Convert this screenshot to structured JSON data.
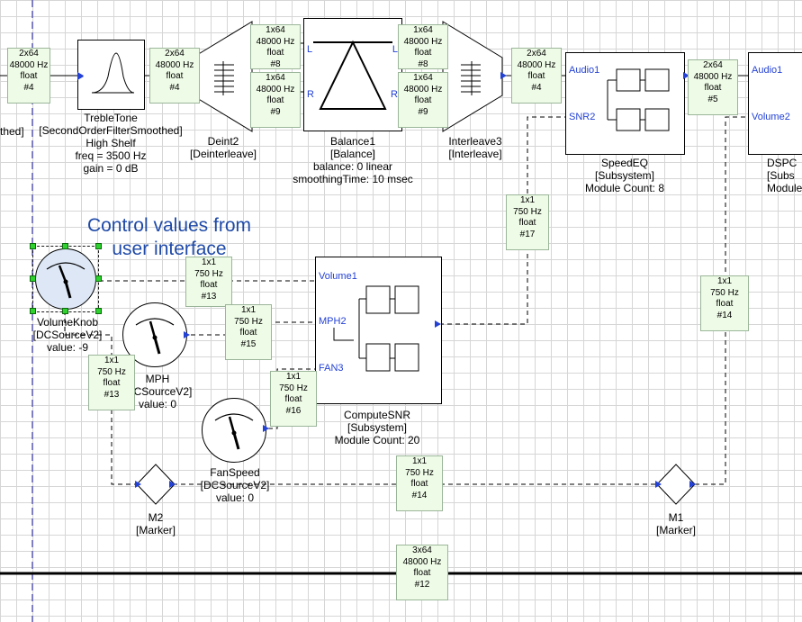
{
  "annotation": {
    "line1": "Control values from",
    "line2": "user interface"
  },
  "clipped_left_label": "thed]",
  "blocks": {
    "treble": {
      "name": "TrebleTone",
      "type": "[SecondOrderFilterSmoothed]",
      "mode": "High Shelf",
      "freq": "freq = 3500 Hz",
      "gain": "gain = 0 dB"
    },
    "deint": {
      "name": "Deint2",
      "type": "[Deinterleave]"
    },
    "balance": {
      "name": "Balance1",
      "type": "[Balance]",
      "p1": "balance: 0 linear",
      "p2": "smoothingTime: 10 msec",
      "pin_l": "L",
      "pin_r": "R"
    },
    "interleave": {
      "name": "Interleave3",
      "type": "[Interleave]"
    },
    "speedeq": {
      "name": "SpeedEQ",
      "type": "[Subsystem]",
      "count": "Module Count: 8",
      "pin1": "Audio1",
      "pin2": "SNR2"
    },
    "dspc": {
      "name": "DSPC",
      "type": "[Subs",
      "count": "Module",
      "pin1": "Audio1",
      "pin2": "Volume2"
    },
    "computesnr": {
      "name": "ComputeSNR",
      "type": "[Subsystem]",
      "count": "Module Count: 20",
      "pin1": "Volume1",
      "pin2": "MPH2",
      "pin3": "FAN3"
    },
    "volumeknob": {
      "name": "VolumeKnob",
      "type": "[DCSourceV2]",
      "value": "value: -9"
    },
    "mph": {
      "name": "MPH",
      "type": "[DCSourceV2]",
      "value": "value: 0"
    },
    "fanspeed": {
      "name": "FanSpeed",
      "type": "[DCSourceV2]",
      "value": "value: 0"
    },
    "m2": {
      "name": "M2",
      "type": "[Marker]"
    },
    "m1": {
      "name": "M1",
      "type": "[Marker]"
    }
  },
  "wire_labels": {
    "w1": [
      "2x64",
      "48000 Hz",
      "float",
      "#4"
    ],
    "w2": [
      "2x64",
      "48000 Hz",
      "float",
      "#4"
    ],
    "w3": [
      "1x64",
      "48000 Hz",
      "float",
      "#8"
    ],
    "w4": [
      "1x64",
      "48000 Hz",
      "float",
      "#9"
    ],
    "w5": [
      "1x64",
      "48000 Hz",
      "float",
      "#8"
    ],
    "w6": [
      "1x64",
      "48000 Hz",
      "float",
      "#9"
    ],
    "w7": [
      "2x64",
      "48000 Hz",
      "float",
      "#4"
    ],
    "w8": [
      "2x64",
      "48000 Hz",
      "float",
      "#5"
    ],
    "w9": [
      "1x1",
      "750 Hz",
      "float",
      "#17"
    ],
    "w10": [
      "1x1",
      "750 Hz",
      "float",
      "#13"
    ],
    "w11": [
      "1x1",
      "750 Hz",
      "float",
      "#15"
    ],
    "w12": [
      "1x1",
      "750 Hz",
      "float",
      "#13"
    ],
    "w13": [
      "1x1",
      "750 Hz",
      "float",
      "#16"
    ],
    "w14": [
      "1x1",
      "750 Hz",
      "float",
      "#14"
    ],
    "w15": [
      "1x1",
      "750 Hz",
      "float",
      "#14"
    ],
    "w16": [
      "3x64",
      "48000 Hz",
      "float",
      "#12"
    ]
  }
}
